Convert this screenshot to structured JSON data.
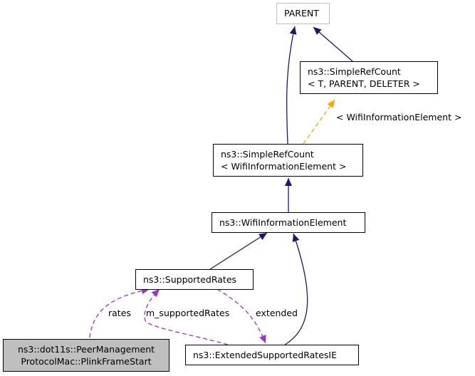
{
  "nodes": {
    "parent": "PARENT",
    "simple_ref_count_template": [
      "ns3::SimpleRefCount",
      "< T, PARENT, DELETER >"
    ],
    "simple_ref_count_wie": [
      "ns3::SimpleRefCount",
      "< WifiInformationElement >"
    ],
    "wifi_information_element": "ns3::WifiInformationElement",
    "supported_rates": "ns3::SupportedRates",
    "extended_supported_rates_ie": "ns3::ExtendedSupportedRatesIE",
    "plink_frame_start": [
      "ns3::dot11s::PeerManagement",
      "ProtocolMac::PlinkFrameStart"
    ]
  },
  "edge_labels": {
    "template_argument": "< WifiInformationElement >",
    "rates": "rates",
    "m_supported_rates": "m_supportedRates",
    "extended": "extended"
  },
  "colors": {
    "inheritance": "#191970",
    "template": "#ffa500",
    "usage": "#9a32cd",
    "highlight_fill": "#bfbfbf",
    "external_border": "#bfbfbf"
  }
}
